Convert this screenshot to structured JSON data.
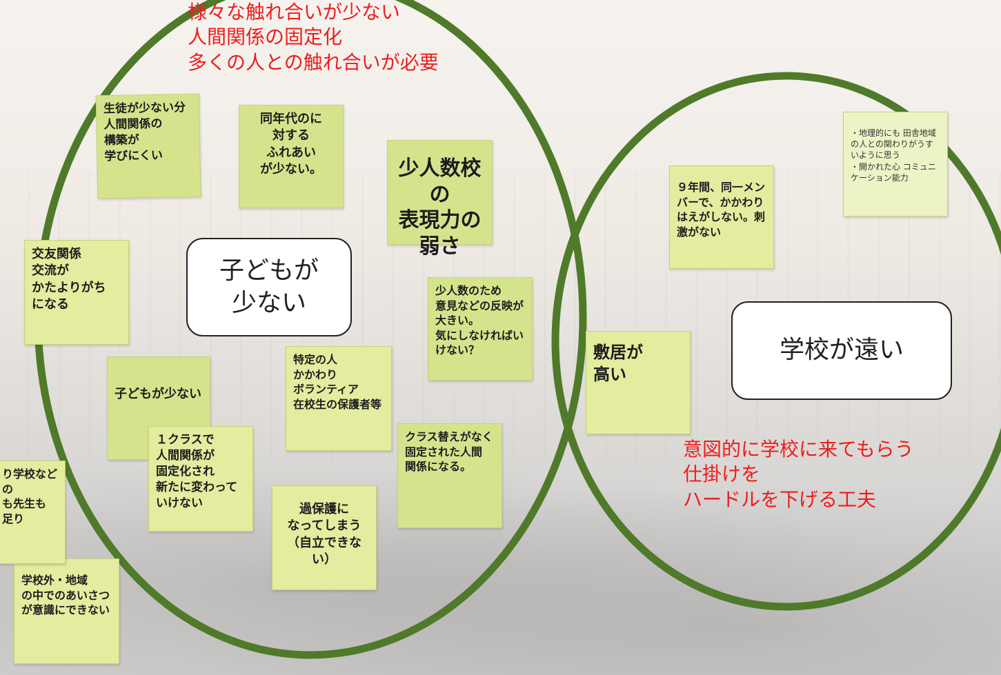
{
  "left_group": {
    "label": "子どもが\n少ない",
    "heading_lines": [
      "様々な触れ合いが少ない",
      "人間関係の固定化",
      "多くの人との触れ合いが必要"
    ],
    "notes": [
      "生徒が少ない分\n人間関係の\n構築が\n学びにくい",
      "同年代のに\n対する\nふれあい\nが少ない。",
      "少人数校の\n表現力の弱さ",
      "交友関係\n交流が\nかたよりがち\nになる",
      "少人数のため\n意見などの反映が\n大きい。\n気にしなければいけない？",
      "子どもが少ない",
      "特定の人\nかかわり\nボランティア\n在校生の保護者等",
      "１クラスで\n人間関係が\n固定化され\n新たに変わっていけない",
      "クラス替えがなく\n固定された人間\n関係になる。",
      "過保護に\nなってしまう\n（自立できない）",
      "学校外・地域\nの中でのあいさつ\nが意識にできない"
    ]
  },
  "right_group": {
    "label": "学校が遠い",
    "footer_lines": [
      "意図的に学校に来てもらう",
      "仕掛けを",
      "ハードルを下げる工夫"
    ],
    "notes": [
      "９年間、同一メンバーで、かかわりはえがしない。刺激がない",
      "・地理的にも 田舎地域の人との関わりがうすいように思う\n・開かれた心 コミュニケーション能力",
      "敷居が\n高い"
    ]
  },
  "partial_note": "り学校などの\nも先生も\n足り"
}
